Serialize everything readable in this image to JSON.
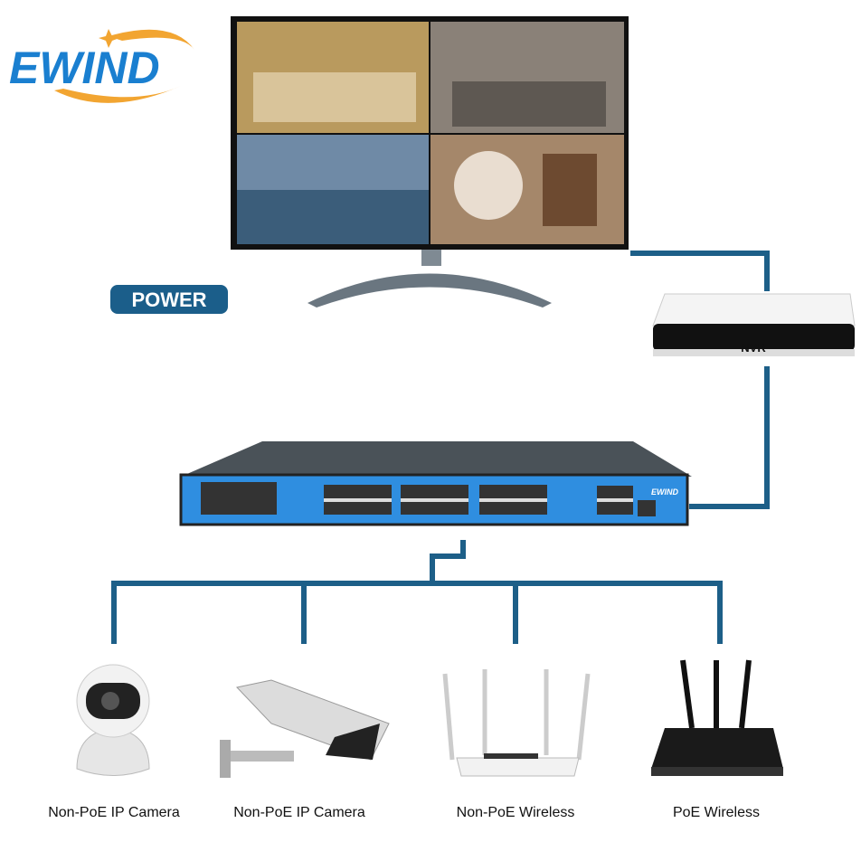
{
  "logo": {
    "text": "EWIND"
  },
  "power": {
    "label": "POWER"
  },
  "nvr": {
    "label": "NVR"
  },
  "switch": {
    "brand": "EWIND"
  },
  "devices": [
    {
      "label": "Non-PoE IP Camera",
      "icon": "dome-camera-icon"
    },
    {
      "label": "Non-PoE IP Camera",
      "icon": "bullet-camera-icon"
    },
    {
      "label": "Non-PoE Wireless",
      "icon": "wireless-router-icon"
    },
    {
      "label": "PoE Wireless",
      "icon": "poe-router-icon"
    }
  ],
  "colors": {
    "line": "#1d5f88",
    "logo_blue": "#1a7fd0",
    "logo_orange": "#f2a531",
    "switch_blue": "#2f8ee0",
    "power_badge": "#1b5e8a"
  }
}
